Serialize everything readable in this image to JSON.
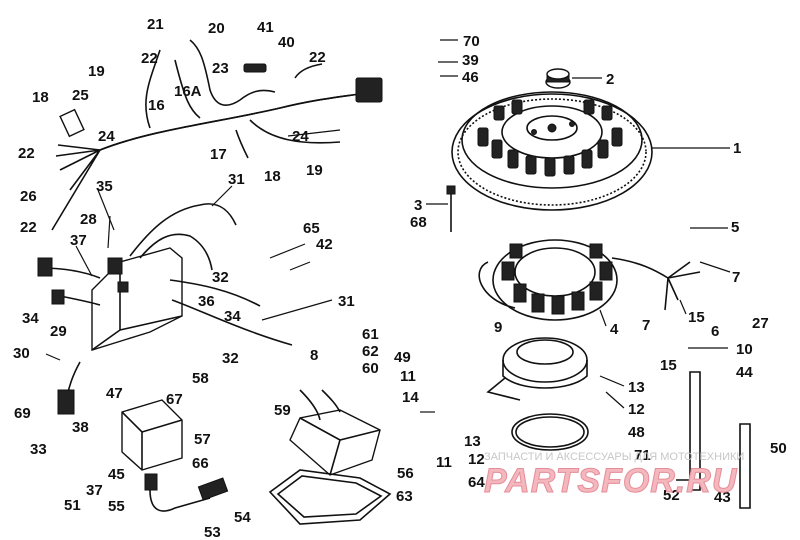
{
  "callouts": [
    "1",
    "2",
    "3",
    "5",
    "6",
    "7",
    "7",
    "8",
    "9",
    "10",
    "11",
    "11",
    "12",
    "12",
    "13",
    "13",
    "14",
    "15",
    "15",
    "16",
    "16A",
    "17",
    "18",
    "18",
    "19",
    "19",
    "20",
    "21",
    "22",
    "22",
    "22",
    "22",
    "23",
    "24",
    "24",
    "25",
    "26",
    "27",
    "28",
    "29",
    "30",
    "31",
    "31",
    "32",
    "32",
    "33",
    "34",
    "34",
    "35",
    "36",
    "37",
    "37",
    "38",
    "39",
    "40",
    "41",
    "42",
    "43",
    "44",
    "45",
    "46",
    "47",
    "48",
    "49",
    "50",
    "51",
    "52",
    "53",
    "54",
    "55",
    "56",
    "57",
    "58",
    "59",
    "60",
    "61",
    "62",
    "63",
    "64",
    "65",
    "66",
    "67",
    "68",
    "69",
    "70",
    "71",
    "4"
  ],
  "watermark": {
    "caption": "ЗАПЧАСТИ И АКСЕССУАРЫ ДЛЯ МОТОТЕХНИКИ",
    "brand": "PARTSFOR.RU"
  }
}
